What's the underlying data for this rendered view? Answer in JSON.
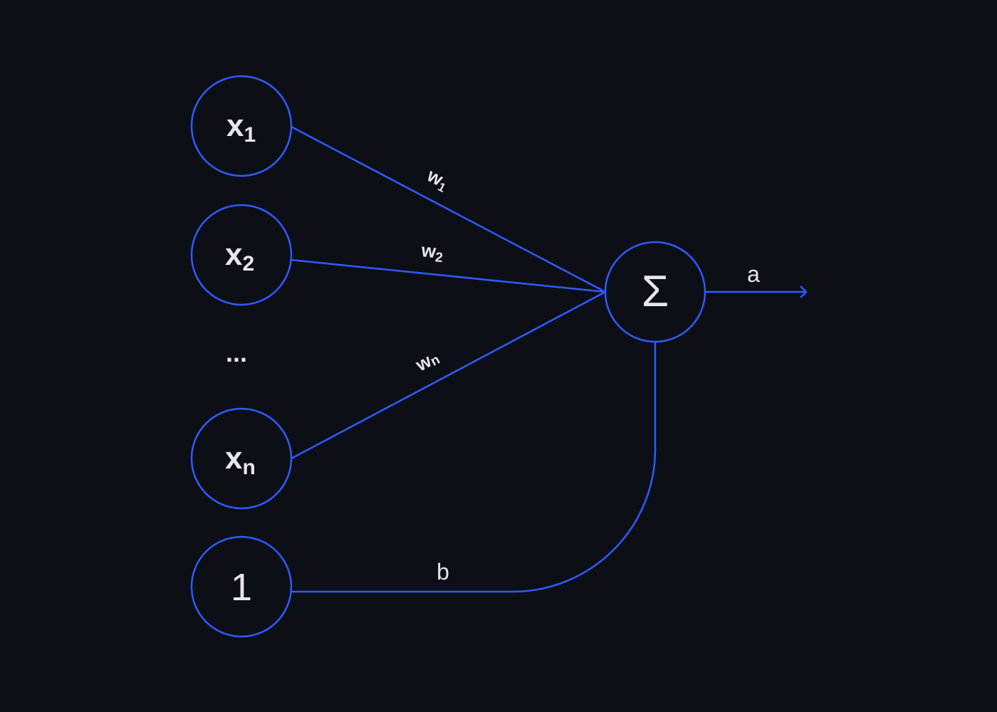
{
  "title": "Perceptron diagram",
  "inputs": [
    {
      "var": "x",
      "sub": "1"
    },
    {
      "var": "x",
      "sub": "2"
    },
    {
      "var": "x",
      "sub": "n"
    }
  ],
  "ellipsis": "...",
  "bias_input": "1",
  "weights": [
    {
      "var": "w",
      "sub": "1"
    },
    {
      "var": "w",
      "sub": "2"
    },
    {
      "var": "w",
      "sub": "n"
    }
  ],
  "bias_label": "b",
  "sum_symbol": "Σ",
  "output_label": "a",
  "colors": {
    "background": "#0d0f17",
    "stroke": "#2f5bff",
    "text": "#e6e6ef"
  }
}
